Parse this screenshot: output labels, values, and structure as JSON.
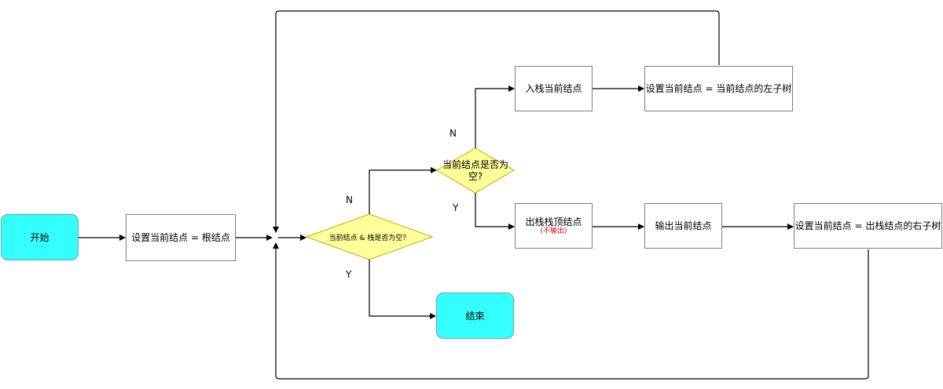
{
  "nodes": {
    "start": "开始",
    "set_root": "设置当前结点 = 根结点",
    "cond_main": "当前结点 & 栈是否为空？",
    "cond_null": "当前结点是否为空?",
    "push": "入栈当前结点",
    "set_left": "设置当前结点 = 当前结点的左子树",
    "pop": "出栈栈顶结点",
    "pop_note": "(不输出)",
    "output": "输出当前结点",
    "set_right": "设置当前结点 = 出栈结点的右子树",
    "end": "结束"
  },
  "edge_labels": {
    "main_n": "N",
    "main_y": "Y",
    "null_n": "N",
    "null_y": "Y"
  },
  "colors": {
    "terminal_fill": "#33ffff",
    "decision_fill": "#ffff99",
    "decision_stroke": "#b3b300",
    "sub_text": "#e00000"
  }
}
